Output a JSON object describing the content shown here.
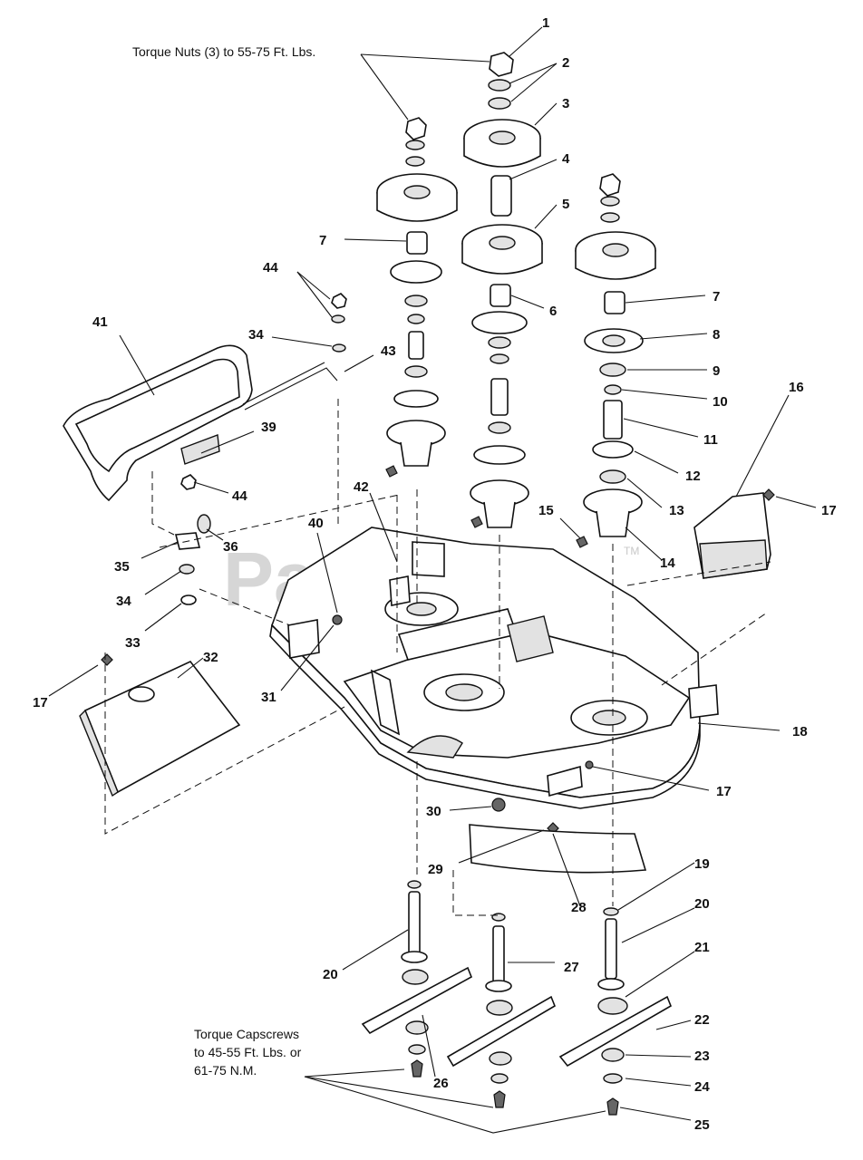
{
  "watermark": {
    "text": "PartsTree",
    "tm": "TM"
  },
  "notes": {
    "torque_nuts": "Torque Nuts (3) to 55-75 Ft. Lbs.",
    "torque_capscrews_line1": "Torque Capscrews",
    "torque_capscrews_line2": "to 45-55 Ft. Lbs. or",
    "torque_capscrews_line3": "61-75 N.M."
  },
  "callouts": {
    "c1": "1",
    "c2": "2",
    "c3": "3",
    "c4": "4",
    "c5": "5",
    "c6": "6",
    "c7a": "7",
    "c7b": "7",
    "c8": "8",
    "c9": "9",
    "c10": "10",
    "c11": "11",
    "c12": "12",
    "c13": "13",
    "c14": "14",
    "c15": "15",
    "c16": "16",
    "c17a": "17",
    "c17b": "17",
    "c17c": "17",
    "c18": "18",
    "c19": "19",
    "c20a": "20",
    "c20b": "20",
    "c21": "21",
    "c22": "22",
    "c23": "23",
    "c24": "24",
    "c25": "25",
    "c26": "26",
    "c27": "27",
    "c28": "28",
    "c29": "29",
    "c30": "30",
    "c31": "31",
    "c32": "32",
    "c33": "33",
    "c34a": "34",
    "c34b": "34",
    "c35": "35",
    "c36": "36",
    "c39": "39",
    "c40": "40",
    "c41": "41",
    "c42": "42",
    "c43": "43",
    "c44a": "44",
    "c44b": "44"
  }
}
